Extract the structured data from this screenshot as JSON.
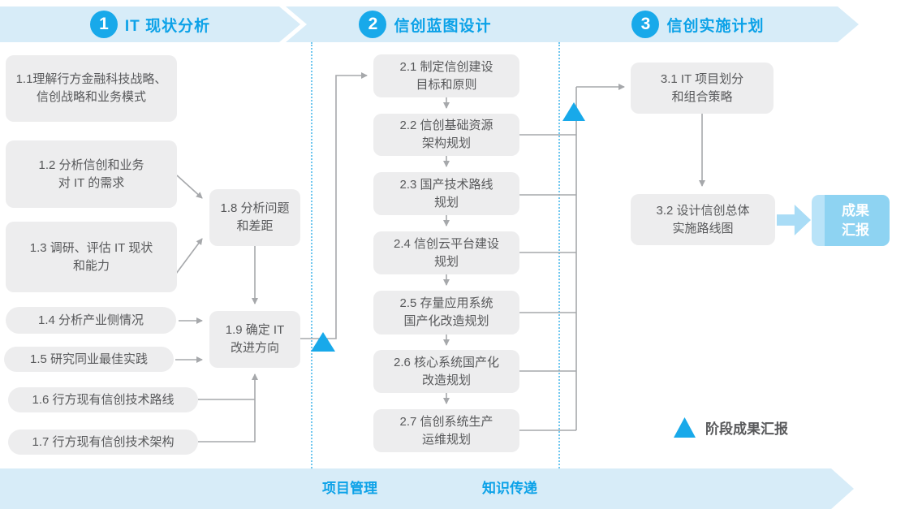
{
  "header": {
    "phases": [
      {
        "number": "1",
        "label": "IT 现状分析"
      },
      {
        "number": "2",
        "label": "信创蓝图设计"
      },
      {
        "number": "3",
        "label": "信创实施计划"
      }
    ]
  },
  "boxes": {
    "b11": {
      "line1": "1.1理解行方金融科技战略、",
      "line2": "信创战略和业务模式"
    },
    "b12": {
      "line1": "1.2 分析信创和业务",
      "line2": "对 IT 的需求"
    },
    "b13": {
      "line1": "1.3 调研、评估 IT 现状",
      "line2": "和能力"
    },
    "b14": {
      "line1": "1.4 分析产业侧情况"
    },
    "b15": {
      "line1": "1.5 研究同业最佳实践"
    },
    "b16": {
      "line1": "1.6 行方现有信创技术路线"
    },
    "b17": {
      "line1": "1.7 行方现有信创技术架构"
    },
    "b18": {
      "line1": "1.8 分析问题",
      "line2": "和差距"
    },
    "b19": {
      "line1": "1.9 确定 IT",
      "line2": "改进方向"
    },
    "b21": {
      "line1": "2.1 制定信创建设",
      "line2": "目标和原则"
    },
    "b22": {
      "line1": "2.2 信创基础资源",
      "line2": "架构规划"
    },
    "b23": {
      "line1": "2.3 国产技术路线",
      "line2": "规划"
    },
    "b24": {
      "line1": "2.4 信创云平台建设",
      "line2": "规划"
    },
    "b25": {
      "line1": "2.5 存量应用系统",
      "line2": "国产化改造规划"
    },
    "b26": {
      "line1": "2.6 核心系统国产化",
      "line2": "改造规划"
    },
    "b27": {
      "line1": "2.7 信创系统生产",
      "line2": "运维规划"
    },
    "b31": {
      "line1": "3.1 IT 项目划分",
      "line2": "和组合策略"
    },
    "b32": {
      "line1": "3.2 设计信创总体",
      "line2": "实施路线图"
    }
  },
  "result_box": {
    "line1": "成果",
    "line2": "汇报"
  },
  "legend": {
    "label": "阶段成果汇报"
  },
  "footer": {
    "items": [
      "项目管理",
      "知识传递"
    ]
  },
  "colors": {
    "accent_blue": "#18a9ea",
    "banner_bg": "#d7ecf8",
    "label_blue": "#0ca2e8",
    "box_bg": "#ededee",
    "box_text": "#58595b",
    "connector_gray": "#a6a8ab",
    "dotted_guide": "#6ec6ee",
    "result_box_bg": "#8ed3f2"
  }
}
